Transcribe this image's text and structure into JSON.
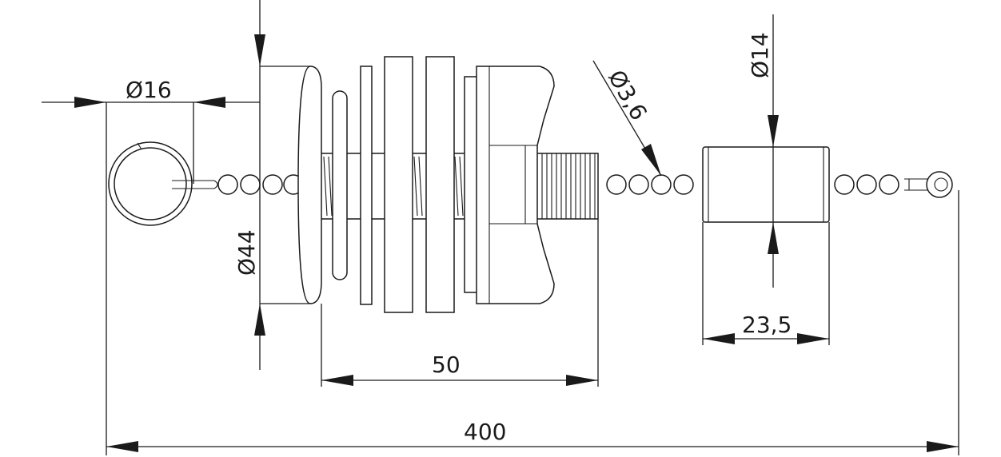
{
  "drawing": {
    "dimensions": {
      "ring_diameter": "Ø16",
      "plug_diameter": "Ø44",
      "ball_diameter": "Ø3,6",
      "weight_diameter": "Ø14",
      "thread_length": "50",
      "weight_length": "23,5",
      "total_length": "400"
    },
    "colors": {
      "line": "#1a1a1a",
      "background": "#ffffff"
    }
  }
}
